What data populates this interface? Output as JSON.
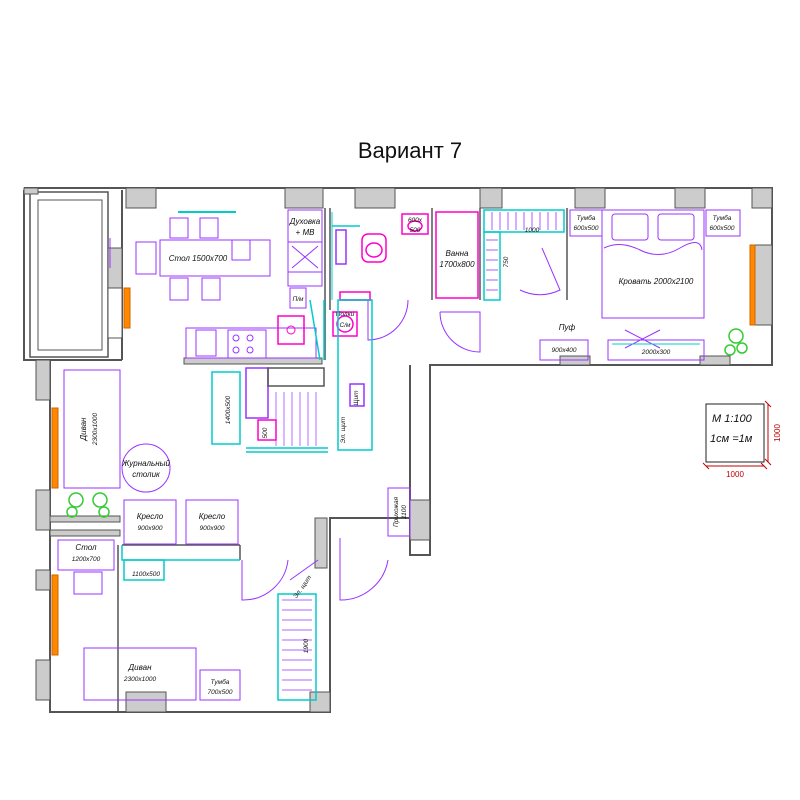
{
  "title": "Вариант 7",
  "colors": {
    "wall": "#555555",
    "furniture": "#9933ff",
    "plumbing": "#ff00cc",
    "cabinet": "#00cccc",
    "window_sill": "#ff8800",
    "dimension": "#cc0000",
    "plant": "#33cc33"
  },
  "labels": {
    "table_dining": "Стол 1500х700",
    "oven_line1": "Духовка",
    "oven_line2": "+ МВ",
    "pm": "П/м",
    "sink_small_1": "600x",
    "sink_small_2": "500",
    "bath_1": "Ванна",
    "bath_2": "1700х800",
    "wardrobe_1000": "1000",
    "wardrobe_750": "750",
    "nightstand_left_1": "Тумба",
    "nightstand_left_2": "600х500",
    "nightstand_right_1": "Тумба",
    "nightstand_right_2": "600х500",
    "bed": "Кровать 2000х2100",
    "shelves_1": "Полки",
    "shelves_2": "С/м",
    "pouf_1": "Пуф",
    "pouf_2": "900х400",
    "dresser": "2000х300",
    "scale_1": "М 1:100",
    "scale_2": "1см =1м",
    "dim_w": "1000",
    "dim_h": "1000",
    "cab_1400": "1400х500",
    "rc": "500",
    "shchit": "Щит",
    "el_shchit": "Эл. щит",
    "sofa_1_1": "Диван",
    "sofa_1_2": "2300х1000",
    "coffee_1": "Журнальный",
    "coffee_2": "столик",
    "armchair_1_1": "Кресло",
    "armchair_1_2": "900х900",
    "armchair_2_1": "Кресло",
    "armchair_2_2": "900х900",
    "hall_1": "Прихожая",
    "hall_2": "1100",
    "table_small_1": "Стол",
    "table_small_2": "1200х700",
    "cab_1100": "1100х500",
    "el_shchit_2": "Эл. щит",
    "wardrobe_1900": "1900",
    "sofa_2_1": "Диван",
    "sofa_2_2": "2300х1000",
    "tv_stand_1": "Тумба",
    "tv_stand_2": "700х500"
  }
}
